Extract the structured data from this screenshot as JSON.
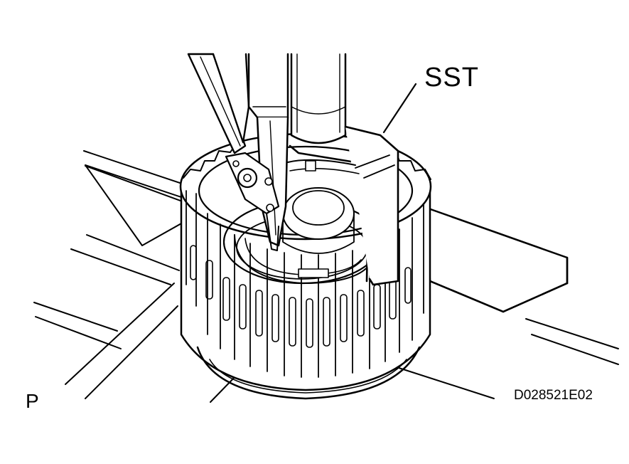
{
  "labels": {
    "sst": "SST",
    "view": "P",
    "code": "D028521E02"
  },
  "colors": {
    "ink": "#000000",
    "paper": "#ffffff"
  }
}
